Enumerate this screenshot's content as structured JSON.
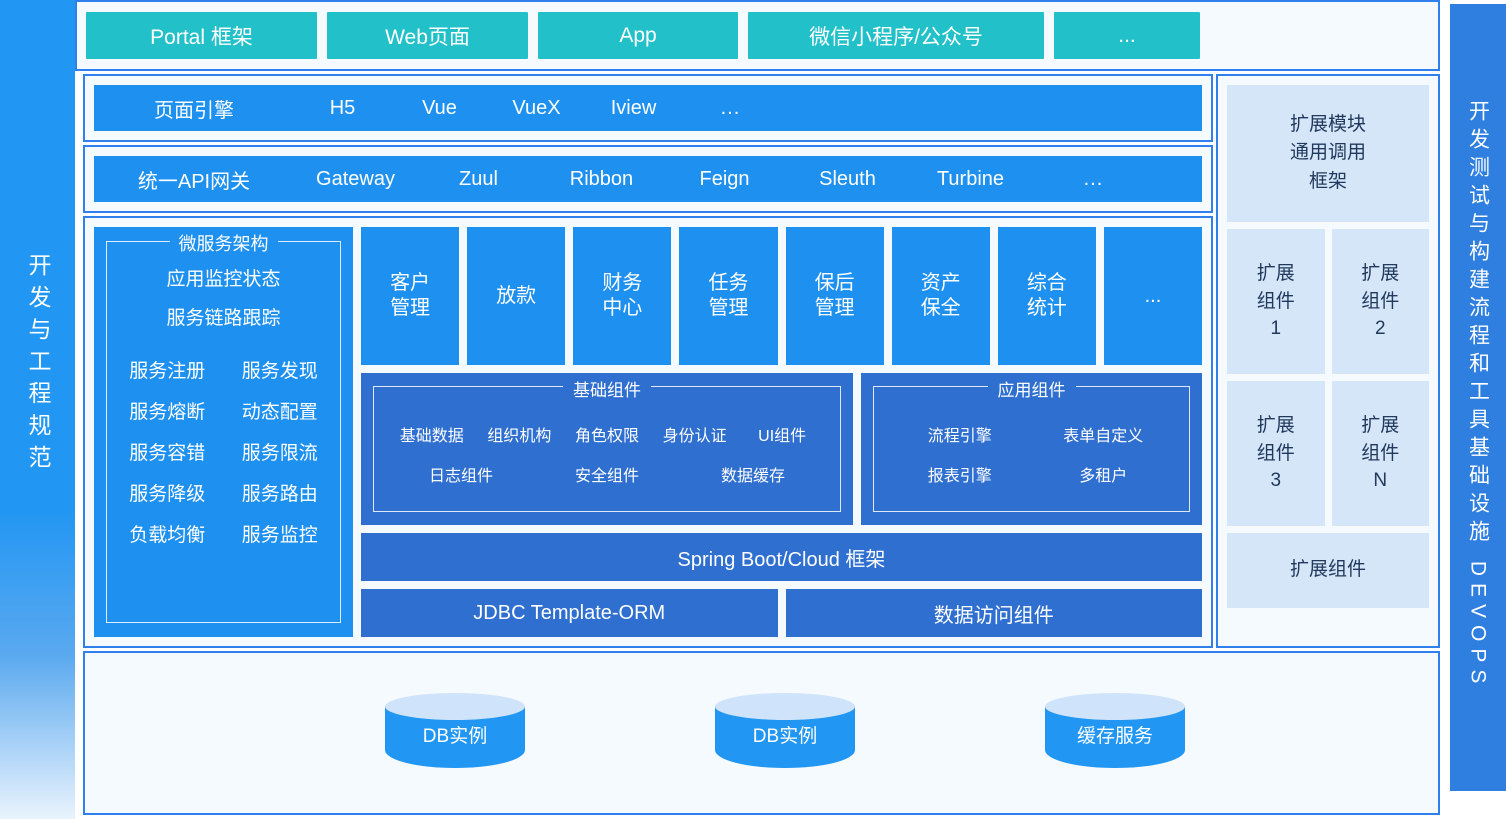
{
  "left_band": {
    "label": "开发与工程规范"
  },
  "right_band": {
    "label": "开发测试与构建流程和工具基础设施 DEVOPS"
  },
  "channels": {
    "items": [
      {
        "label": "Portal 框架"
      },
      {
        "label": "Web页面"
      },
      {
        "label": "App"
      },
      {
        "label": "微信小程序/公众号"
      },
      {
        "label": "..."
      }
    ]
  },
  "page_engine": {
    "lead": "页面引擎",
    "items": [
      "H5",
      "Vue",
      "VueX",
      "Iview",
      "..."
    ]
  },
  "api_gateway": {
    "lead": "统一API网关",
    "items": [
      "Gateway",
      "Zuul",
      "Ribbon",
      "Feign",
      "Sleuth",
      "Turbine",
      "..."
    ]
  },
  "microservice": {
    "legend": "微服务架构",
    "top": [
      "应用监控状态",
      "服务链路跟踪"
    ],
    "grid": [
      "服务注册",
      "服务发现",
      "服务熔断",
      "动态配置",
      "服务容错",
      "服务限流",
      "服务降级",
      "服务路由",
      "负载均衡",
      "服务监控"
    ]
  },
  "business_modules": [
    {
      "label": "客户\n管理"
    },
    {
      "label": "放款"
    },
    {
      "label": "财务\n中心"
    },
    {
      "label": "任务\n管理"
    },
    {
      "label": "保后\n管理"
    },
    {
      "label": "资产\n保全"
    },
    {
      "label": "综合\n统计"
    },
    {
      "label": "..."
    }
  ],
  "base_components": {
    "legend": "基础组件",
    "row1": [
      "基础数据",
      "组织机构",
      "角色权限",
      "身份认证",
      "UI组件"
    ],
    "row2": [
      "日志组件",
      "安全组件",
      "数据缓存"
    ]
  },
  "app_components": {
    "legend": "应用组件",
    "row1": [
      "流程引擎",
      "表单自定义"
    ],
    "row2": [
      "报表引擎",
      "多租户"
    ]
  },
  "framework": {
    "spring": "Spring Boot/Cloud 框架",
    "orm": [
      "JDBC Template-ORM",
      "数据访问组件"
    ]
  },
  "extension": {
    "header": "扩展模块\n通用调用\n框架",
    "components": [
      {
        "label": "扩展\n组件\n1"
      },
      {
        "label": "扩展\n组件\n2"
      },
      {
        "label": "扩展\n组件\n3"
      },
      {
        "label": "扩展\n组件\nN"
      }
    ],
    "footer": "扩展组件"
  },
  "data_layer": {
    "nodes": [
      {
        "label": "DB实例"
      },
      {
        "label": "DB实例"
      },
      {
        "label": "缓存服务"
      }
    ]
  },
  "colors": {
    "teal": "#22C1C9",
    "primary_blue": "#1E90F0",
    "deep_blue": "#2F6FD0",
    "band_blue": "#2196F3",
    "light_blue": "#D6E6F9",
    "background": "#F4FAFE",
    "border": "#2F80ED"
  }
}
